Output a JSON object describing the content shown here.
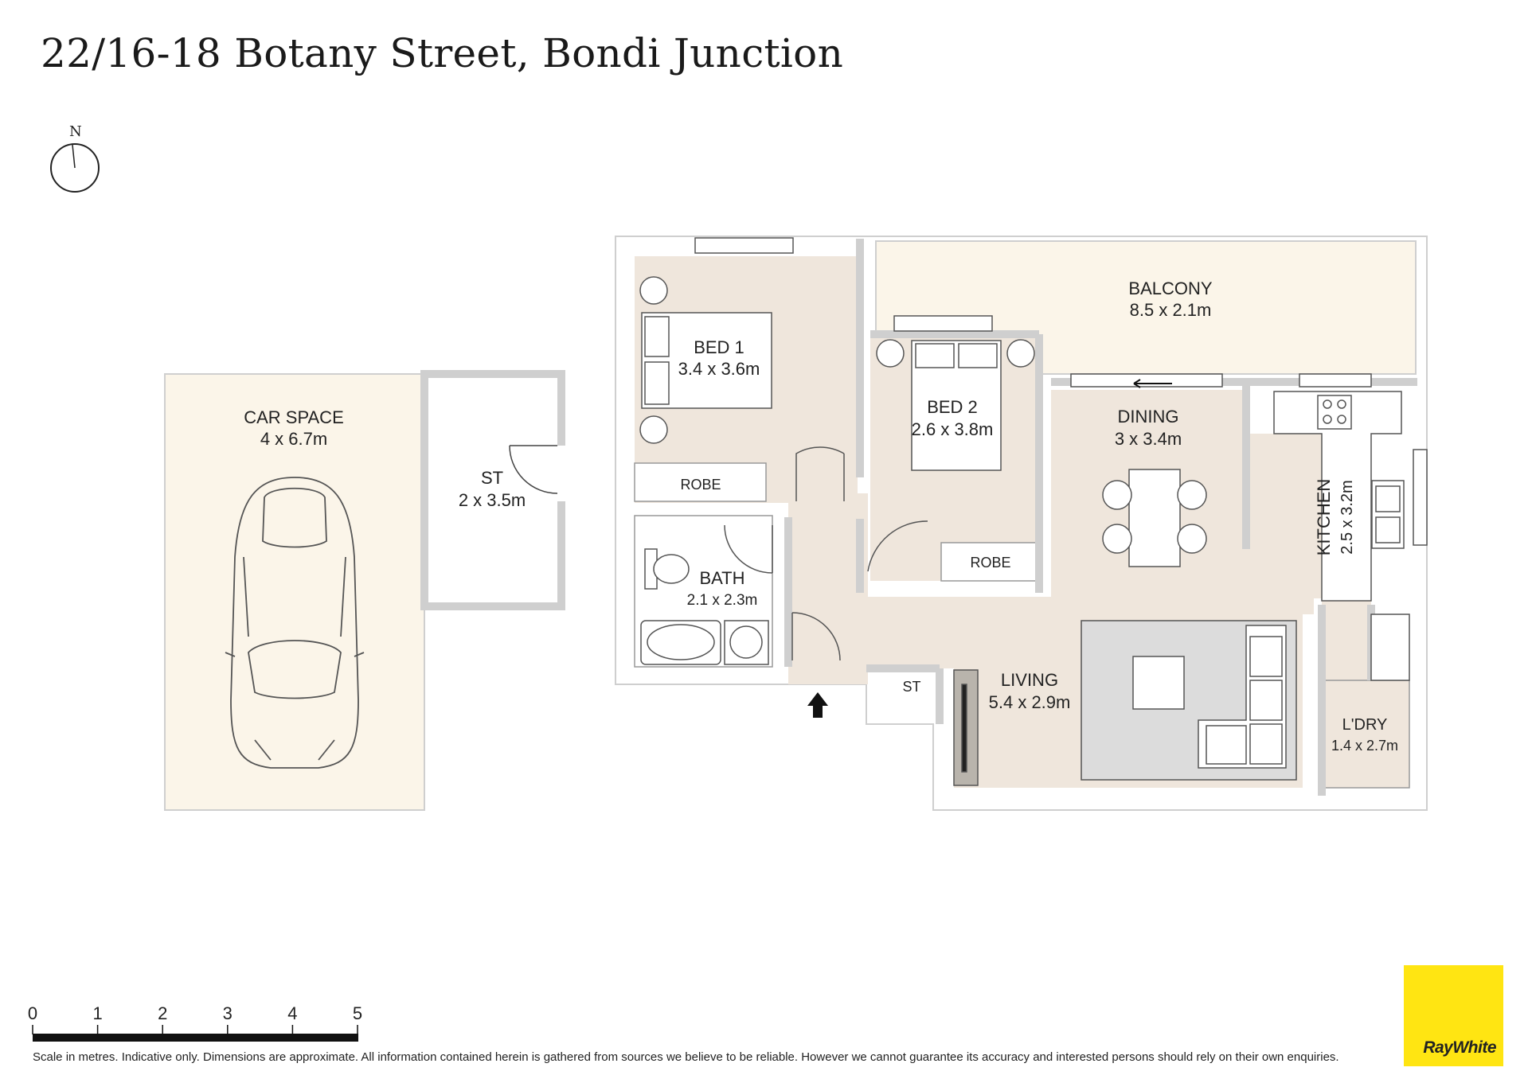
{
  "title": "22/16-18 Botany Street, Bondi Junction",
  "compass": {
    "label": "N"
  },
  "rooms": {
    "car_space": {
      "name": "CAR SPACE",
      "dims": "4 x 6.7m"
    },
    "storage": {
      "name": "ST",
      "dims": "2 x 3.5m"
    },
    "bed1": {
      "name": "BED 1",
      "dims": "3.4 x 3.6m"
    },
    "bed2": {
      "name": "BED 2",
      "dims": "2.6 x 3.8m"
    },
    "balcony": {
      "name": "BALCONY",
      "dims": "8.5 x 2.1m"
    },
    "dining": {
      "name": "DINING",
      "dims": "3 x 3.4m"
    },
    "kitchen": {
      "name": "KITCHEN",
      "dims": "2.5 x 3.2m"
    },
    "bath": {
      "name": "BATH",
      "dims": "2.1 x 2.3m"
    },
    "living": {
      "name": "LIVING",
      "dims": "5.4 x 2.9m"
    },
    "laundry": {
      "name": "L'DRY",
      "dims": "1.4 x 2.7m"
    },
    "robe1": {
      "name": "ROBE"
    },
    "robe2": {
      "name": "ROBE"
    },
    "store2": {
      "name": "ST"
    }
  },
  "scale": {
    "ticks": [
      "0",
      "1",
      "2",
      "3",
      "4",
      "5"
    ]
  },
  "disclaimer": "Scale in metres. Indicative only. Dimensions are approximate. All information contained herein is gathered from sources we believe to be reliable. However we cannot guarantee its accuracy and interested persons should rely on their own enquiries.",
  "logo": {
    "text": "RayWhite",
    "color": "#ffe512"
  },
  "colors": {
    "room_fill": "#efe6dc",
    "car_fill": "#fbf5e9",
    "wall": "#c9c9c9"
  }
}
